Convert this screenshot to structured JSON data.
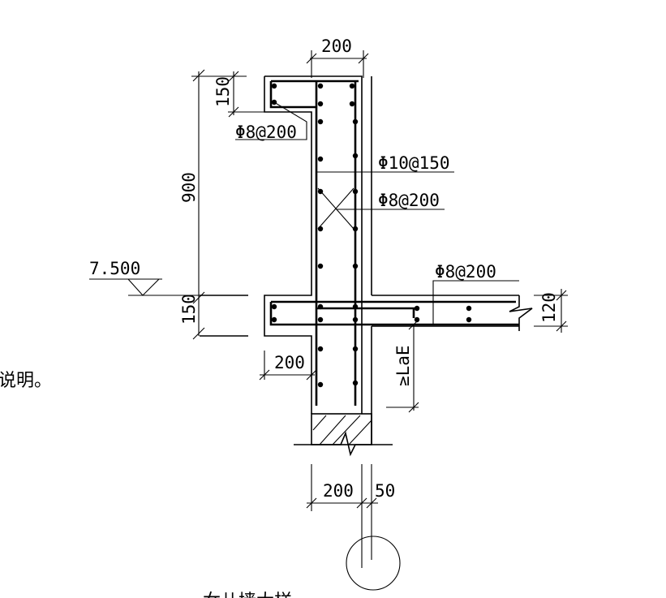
{
  "dimensions": {
    "top_width": "200",
    "hook_height": "150",
    "parapet_height": "900",
    "slab_thickness": "150",
    "slab_extension": "200",
    "anchorage": "≥LaE",
    "wall_thickness": "200",
    "offset": "50",
    "slab_depth": "120"
  },
  "rebar": {
    "hook_bars": "Φ8@200",
    "vertical_bars": "Φ10@150",
    "horizontal_bars": "Φ8@200",
    "slab_bars": "Φ8@200"
  },
  "elevation": "7.500",
  "side_note": "说明。",
  "caption_fragment": "女儿墙大样"
}
